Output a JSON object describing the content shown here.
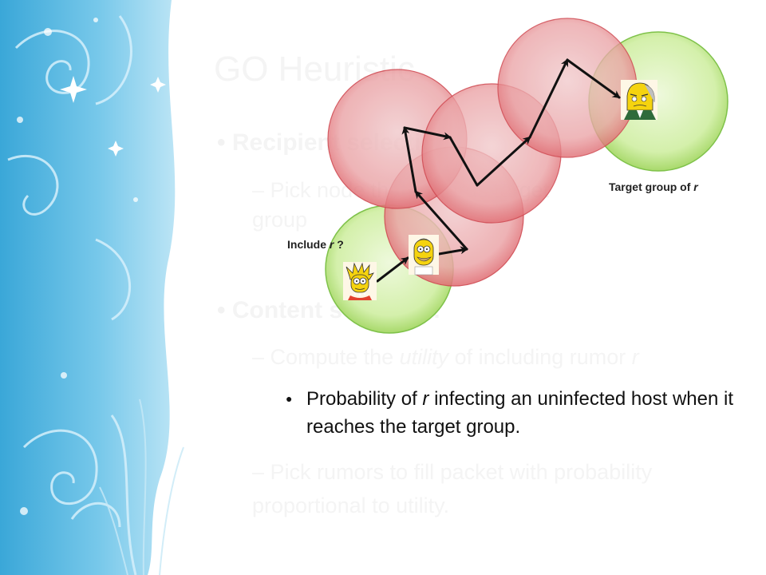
{
  "slide": {
    "title": "GO Heuristic",
    "bullet1": "Recipient selection:",
    "sub1_a": "Pick node that ",
    "sub1_b": " towards target group",
    "bullet2": "Content selection:",
    "sub2_a": "Compute the ",
    "sub2_utility": "utility",
    "sub2_b": " of including rumor ",
    "sub2_r": "r",
    "sub3": "Pick rumors to fill packet with probability proportional to utility.",
    "visible_bullet": {
      "pre": "Probability of ",
      "r": "r",
      "post": " infecting an uninfected host when it reaches the target group."
    }
  },
  "diagram": {
    "label_include": "Include ",
    "label_include_r": "r",
    "label_include_q": " ?",
    "label_target": "Target group of ",
    "label_target_r": "r",
    "colors": {
      "red_circle": "#e58c8f",
      "green_circle": "#c6ec95",
      "arrow": "#111111"
    }
  },
  "icons": [
    "lisa-icon",
    "homer-icon",
    "burns-icon",
    "star-icon",
    "swirl-decoration"
  ]
}
